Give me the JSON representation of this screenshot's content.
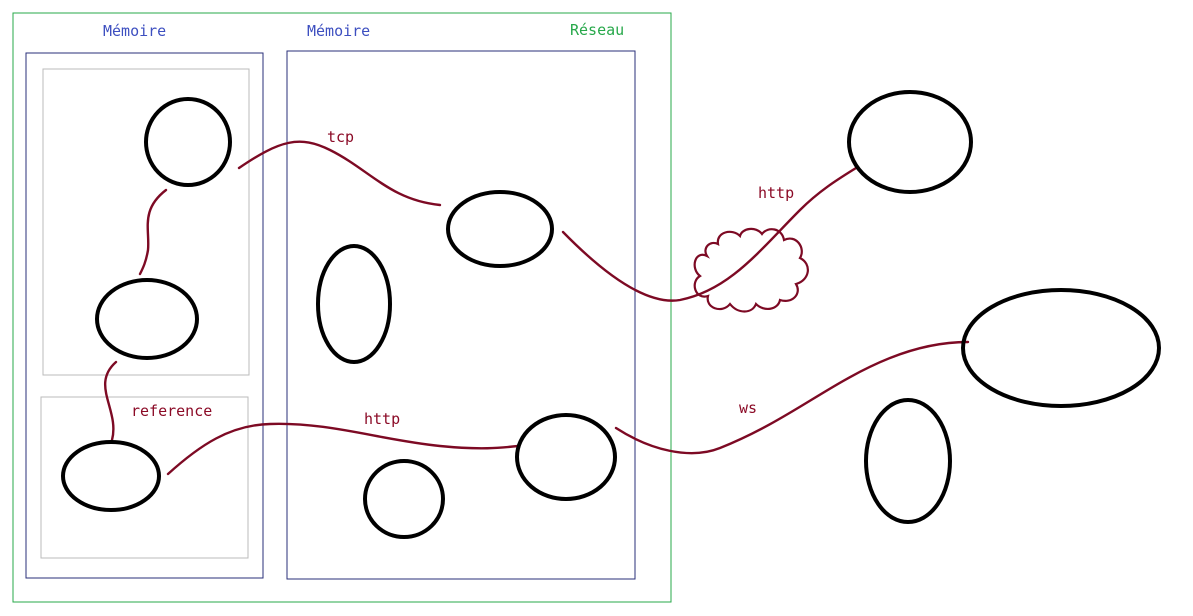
{
  "colors": {
    "memory_label": "#3d4fc0",
    "network_label": "#27a84a",
    "link": "#7d0a24",
    "network_frame": "#27a84a",
    "memory_frame": "#2a2f7a",
    "inner_frame": "#bbbbbb",
    "node_stroke": "#000000"
  },
  "frames": {
    "network_label": "Réseau",
    "memory_left_label": "Mémoire",
    "memory_right_label": "Mémoire"
  },
  "links": {
    "tcp": "tcp",
    "http_top": "http",
    "http_bottom": "http",
    "ws": "ws",
    "reference": "reference"
  }
}
